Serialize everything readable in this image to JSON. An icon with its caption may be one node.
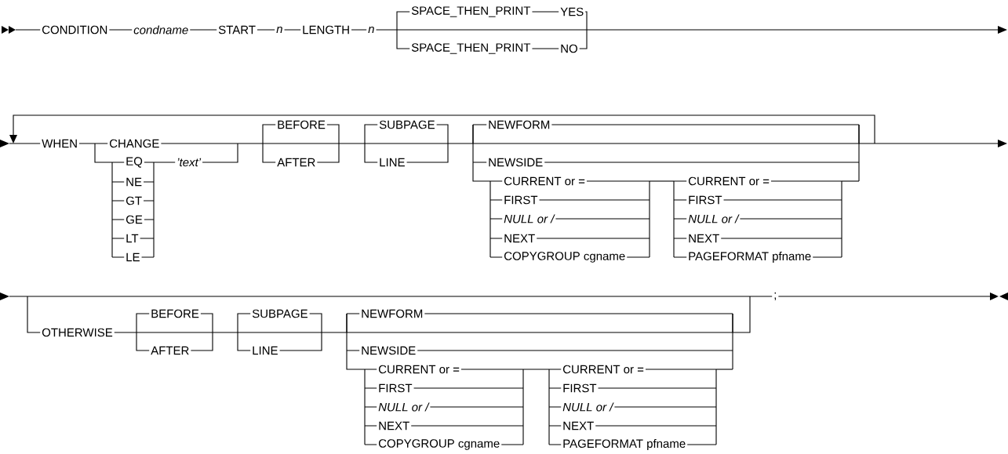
{
  "diagram": {
    "labels": [
      "CONDITION",
      "condname",
      "START",
      "n",
      "LENGTH",
      "n",
      "SPACE_THEN_PRINT",
      "YES",
      "SPACE_THEN_PRINT",
      "NO",
      "WHEN",
      "CHANGE",
      "EQ",
      "NE",
      "GT",
      "GE",
      "LT",
      "LE",
      "’text’",
      "BEFORE",
      "AFTER",
      "SUBPAGE",
      "LINE",
      "NEWFORM",
      "NEWSIDE",
      "CURRENT or =",
      "FIRST",
      "NULL or /",
      "NEXT",
      "COPYGROUP cgname",
      "CURRENT or =",
      "FIRST",
      "NULL or /",
      "NEXT",
      "PAGEFORMAT pfname",
      ";",
      "OTHERWISE",
      "BEFORE",
      "AFTER",
      "SUBPAGE",
      "LINE",
      "NEWFORM",
      "NEWSIDE",
      "CURRENT or =",
      "FIRST",
      "NULL or /",
      "NEXT",
      "COPYGROUP cgname",
      "CURRENT or =",
      "FIRST",
      "NULL or /",
      "NEXT",
      "PAGEFORMAT pfname"
    ]
  }
}
